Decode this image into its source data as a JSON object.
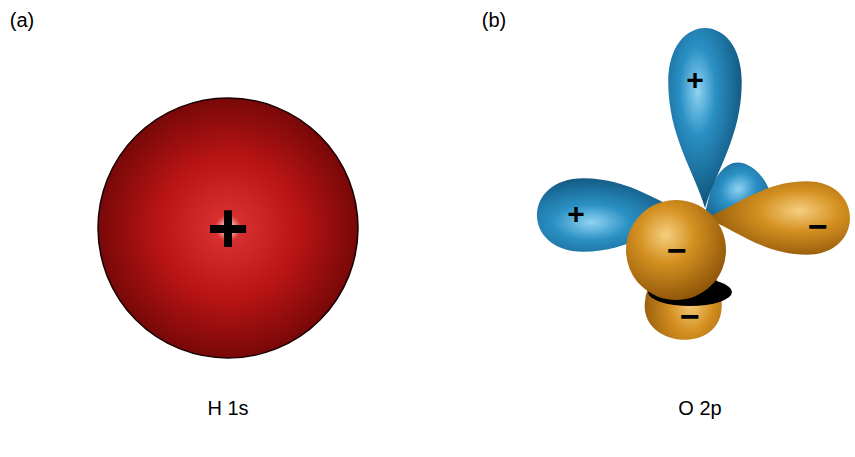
{
  "diagram": {
    "labels": [
      "(a)",
      "(b)",
      "+",
      "+",
      "+",
      "−",
      "−",
      "−",
      "H 1s",
      "O 2p"
    ]
  }
}
